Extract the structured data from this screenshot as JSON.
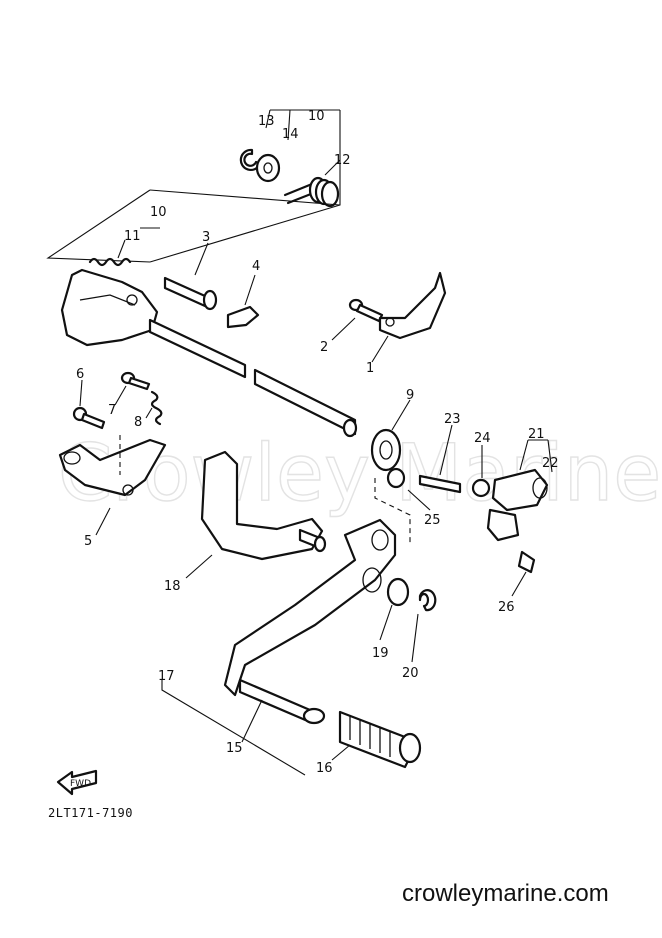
{
  "watermark": "Crowley Marine",
  "drawing_code": "2LT171-7190",
  "website": "crowleymarine.com",
  "fwd_label": "FWD",
  "callouts": [
    {
      "id": "c13",
      "label": "13"
    },
    {
      "id": "c14",
      "label": "14"
    },
    {
      "id": "c10a",
      "label": "10"
    },
    {
      "id": "c12",
      "label": "12"
    },
    {
      "id": "c10b",
      "label": "10"
    },
    {
      "id": "c11",
      "label": "11"
    },
    {
      "id": "c3",
      "label": "3"
    },
    {
      "id": "c4",
      "label": "4"
    },
    {
      "id": "c2",
      "label": "2"
    },
    {
      "id": "c1",
      "label": "1"
    },
    {
      "id": "c6",
      "label": "6"
    },
    {
      "id": "c7",
      "label": "7"
    },
    {
      "id": "c8",
      "label": "8"
    },
    {
      "id": "c5",
      "label": "5"
    },
    {
      "id": "c9",
      "label": "9"
    },
    {
      "id": "c23",
      "label": "23"
    },
    {
      "id": "c24",
      "label": "24"
    },
    {
      "id": "c21",
      "label": "21"
    },
    {
      "id": "c22",
      "label": "22"
    },
    {
      "id": "c25",
      "label": "25"
    },
    {
      "id": "c26",
      "label": "26"
    },
    {
      "id": "c18",
      "label": "18"
    },
    {
      "id": "c19",
      "label": "19"
    },
    {
      "id": "c20",
      "label": "20"
    },
    {
      "id": "c17",
      "label": "17"
    },
    {
      "id": "c15",
      "label": "15"
    },
    {
      "id": "c16",
      "label": "16"
    }
  ]
}
